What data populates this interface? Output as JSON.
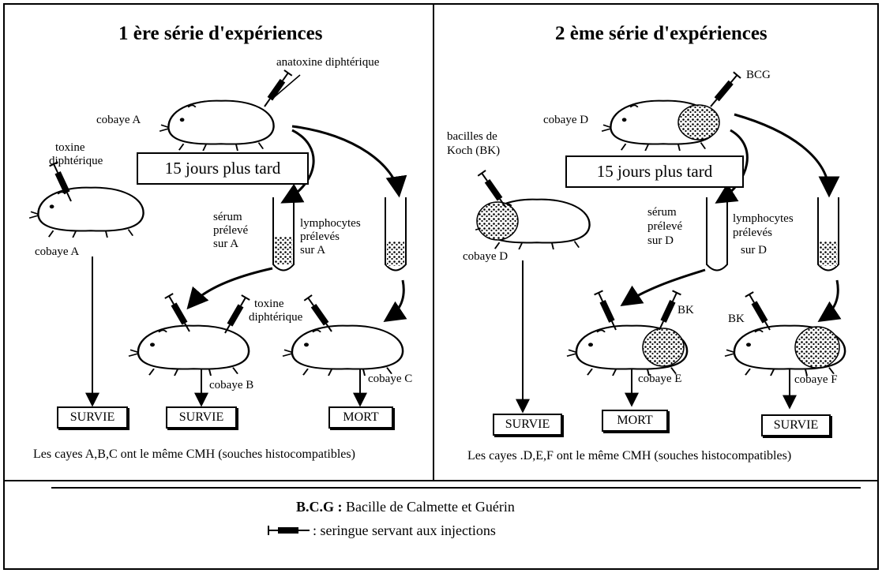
{
  "left_panel": {
    "title": "1 ère série d'expériences",
    "anatoxine": "anatoxine diphtérique",
    "cobaye_a_top": "cobaye A",
    "toxine_1": "toxine",
    "toxine_2": "diphtérique",
    "delay": "15 jours plus tard",
    "cobaye_a_left": "cobaye A",
    "serum_1": "sérum",
    "serum_2": "prélevé",
    "serum_3": "sur A",
    "lympho_1": "lymphocytes",
    "lympho_2": "prélevés",
    "lympho_3": "sur A",
    "toxine_b_1": "toxine",
    "toxine_b_2": "diphtérique",
    "cobaye_b": "cobaye B",
    "cobaye_c": "cobaye C",
    "outcome_a": "SURVIE",
    "outcome_b": "SURVIE",
    "outcome_c": "MORT",
    "note": "Les cayes A,B,C ont le même CMH (souches histocompatibles)"
  },
  "right_panel": {
    "title": "2 ème série d'expériences",
    "bcg": "BCG",
    "cobaye_d_top": "cobaye D",
    "bk_1": "bacilles de",
    "bk_2": "Koch (BK)",
    "delay": "15 jours plus tard",
    "cobaye_d_left": "cobaye D",
    "serum_1": "sérum",
    "serum_2": "prélevé",
    "serum_3": "sur  D",
    "lympho_1": "lymphocytes",
    "lympho_2": "prélevés",
    "lympho_3": "sur D",
    "bk_e": "BK",
    "bk_f": "BK",
    "cobaye_e": "cobaye E",
    "cobaye_f": "cobaye F",
    "outcome_d": "SURVIE",
    "outcome_e": "MORT",
    "outcome_f": "SURVIE",
    "note": "Les cayes .D,E,F ont le même CMH (souches histocompatibles)"
  },
  "legend": {
    "bcg_abbr": "B.C.G :",
    "bcg_full": "Bacille de Calmette et Guérin",
    "syringe_text": ": seringue servant aux injections"
  }
}
